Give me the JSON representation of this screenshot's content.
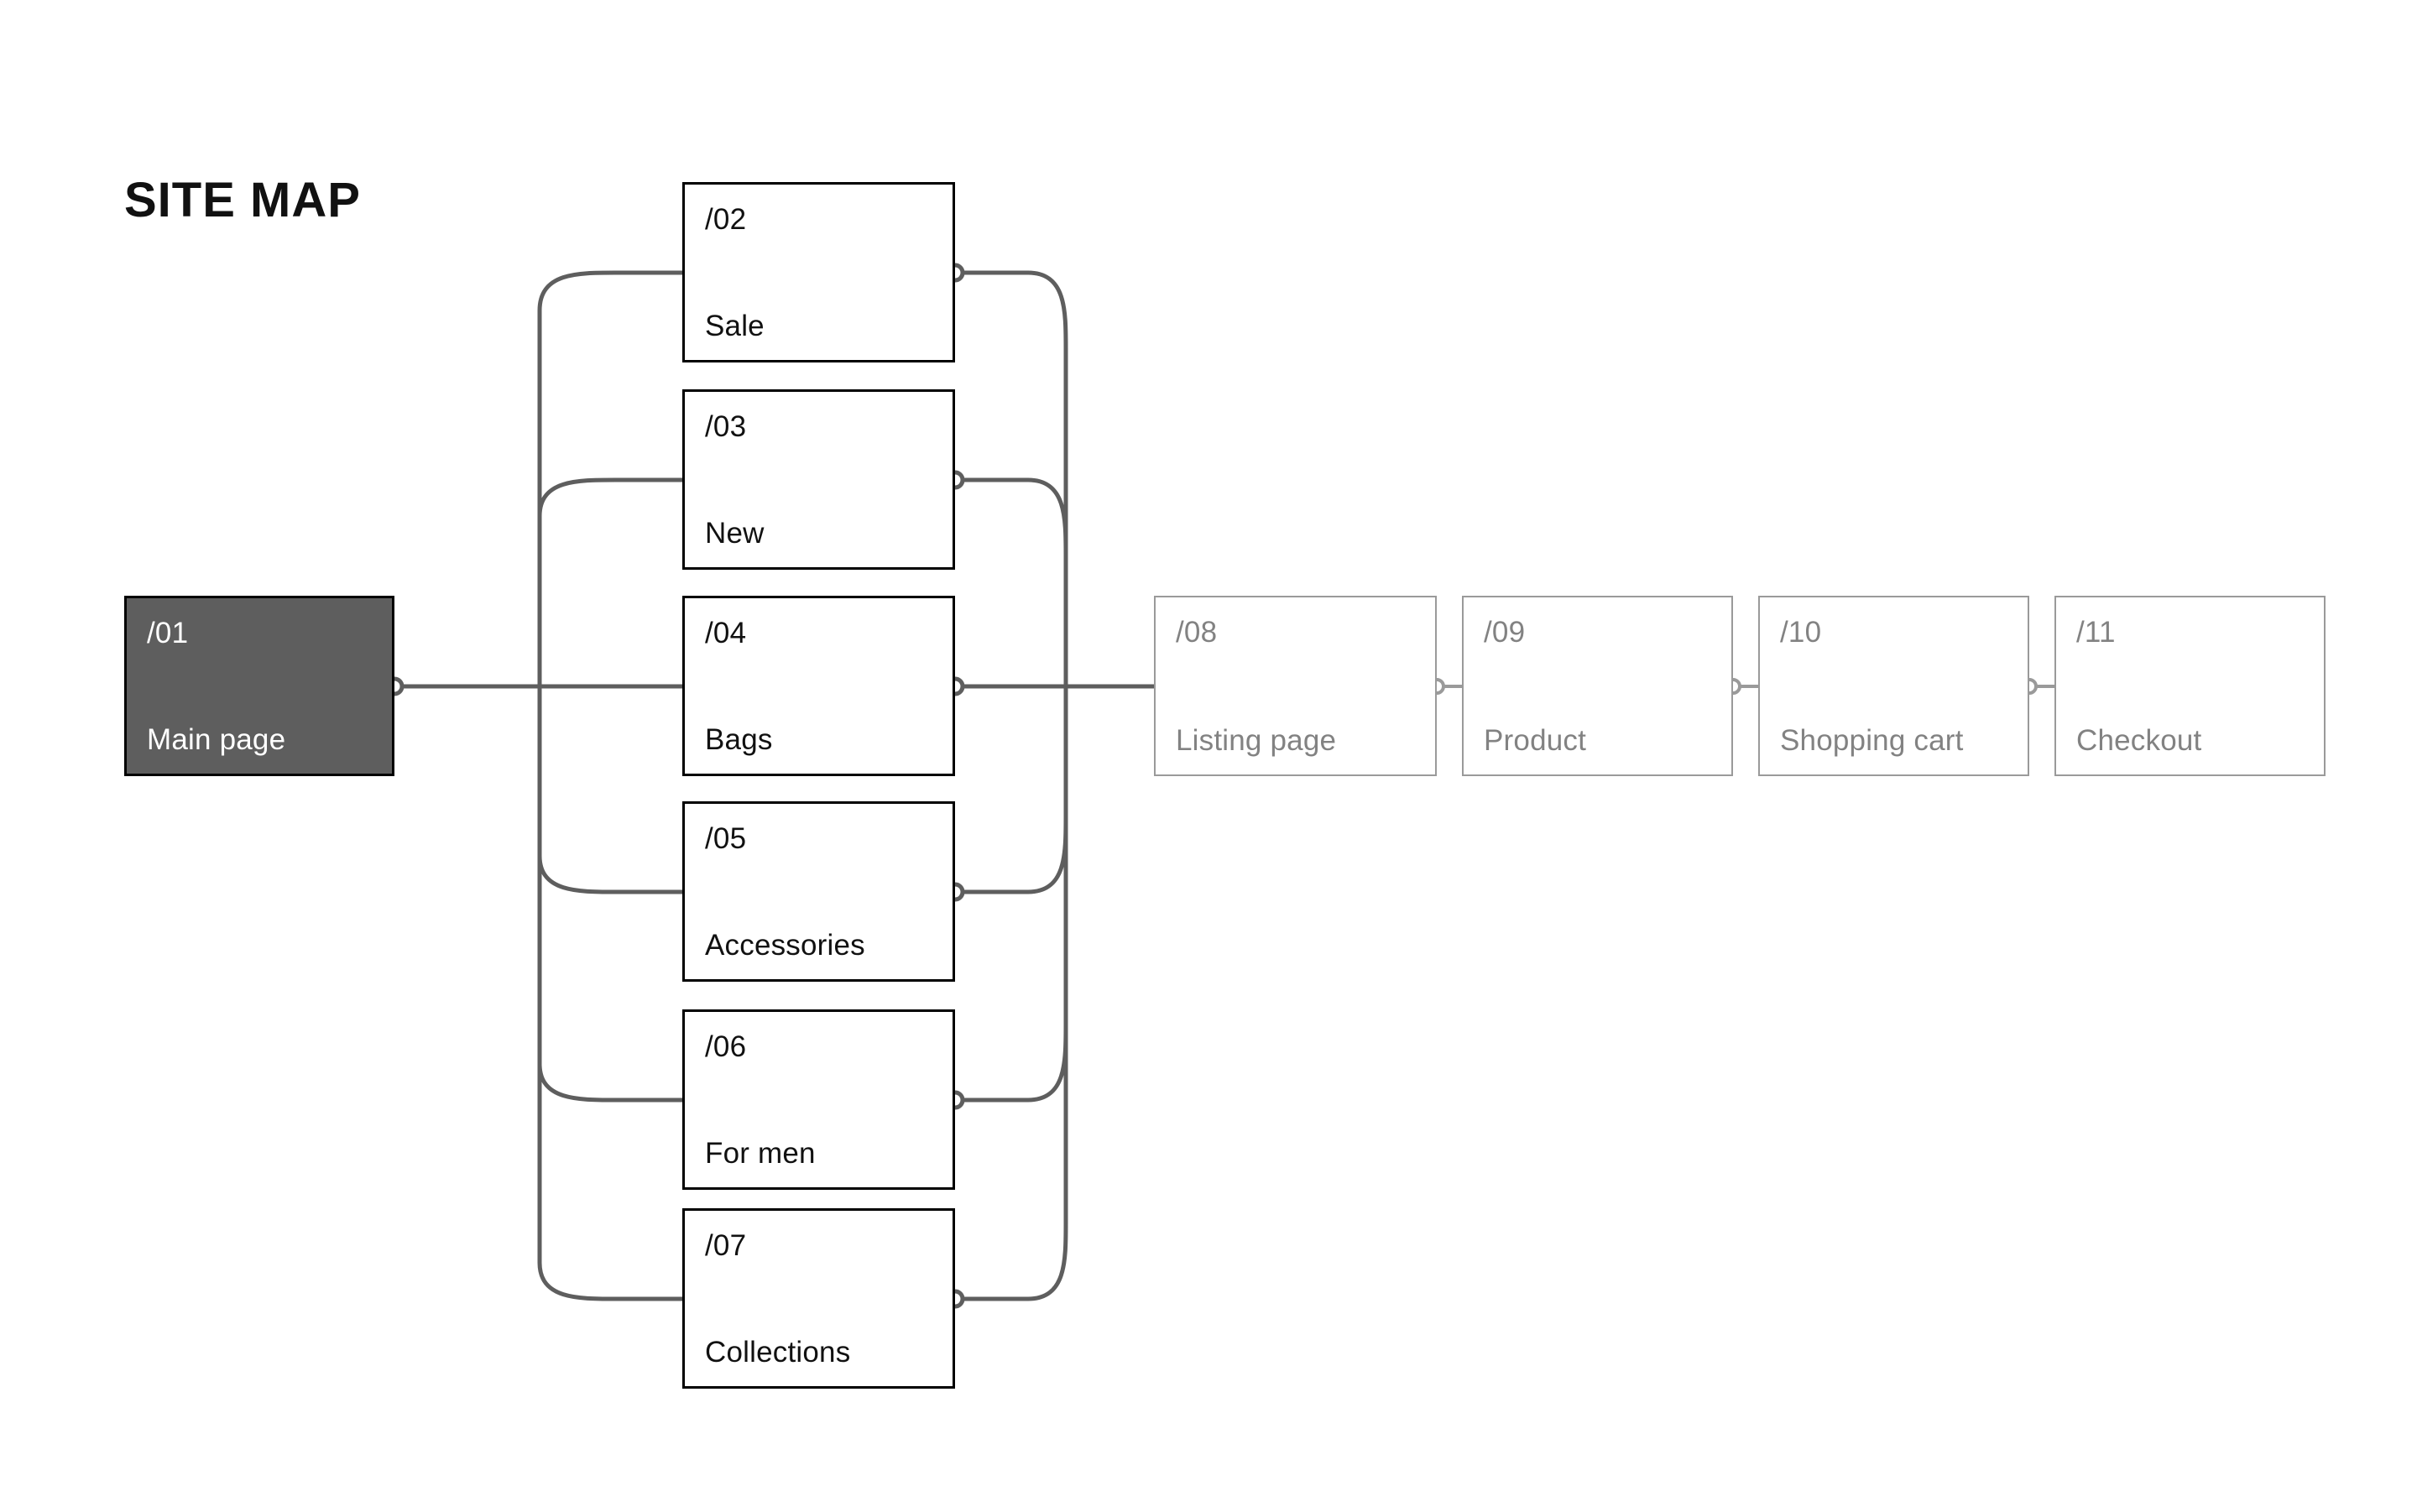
{
  "title": "SITE MAP",
  "colors": {
    "root_fill": "#5e5e5e",
    "root_text": "#ffffff",
    "node_border": "#000000",
    "node_text": "#111111",
    "muted_border": "#9a9a9a",
    "muted_text": "#828282",
    "edge": "#5e5e5e",
    "muted_edge": "#9a9a9a",
    "background": "#ffffff"
  },
  "nodes": {
    "root": {
      "slug": "/01",
      "label": "Main page"
    },
    "categories": [
      {
        "slug": "/02",
        "label": "Sale"
      },
      {
        "slug": "/03",
        "label": "New"
      },
      {
        "slug": "/04",
        "label": "Bags"
      },
      {
        "slug": "/05",
        "label": "Accessories"
      },
      {
        "slug": "/06",
        "label": "For men"
      },
      {
        "slug": "/07",
        "label": "Collections"
      }
    ],
    "flow": [
      {
        "slug": "/08",
        "label": "Listing page"
      },
      {
        "slug": "/09",
        "label": "Product"
      },
      {
        "slug": "/10",
        "label": "Shopping cart"
      },
      {
        "slug": "/11",
        "label": "Checkout"
      }
    ]
  }
}
